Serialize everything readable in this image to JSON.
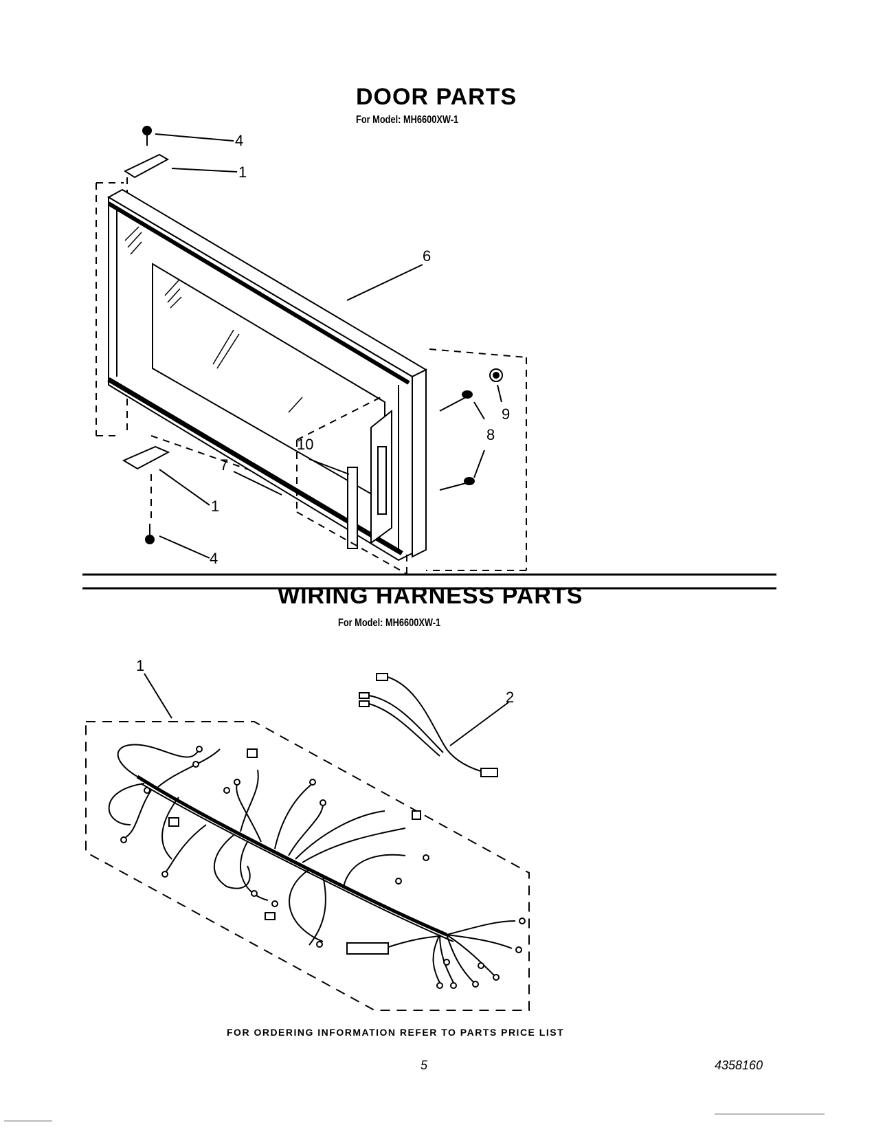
{
  "door_section": {
    "title": "DOOR PARTS",
    "model": "For Model: MH6600XW-1",
    "callouts": [
      "4",
      "1",
      "6",
      "9",
      "8",
      "10",
      "7",
      "1",
      "4"
    ]
  },
  "wiring_section": {
    "title": "WIRING HARNESS PARTS",
    "model": "For Model: MH6600XW-1",
    "callouts": [
      "1",
      "2"
    ]
  },
  "footer": {
    "ordering_note": "FOR ORDERING INFORMATION REFER TO PARTS PRICE LIST",
    "page_number": "5",
    "part_number": "4358160"
  }
}
